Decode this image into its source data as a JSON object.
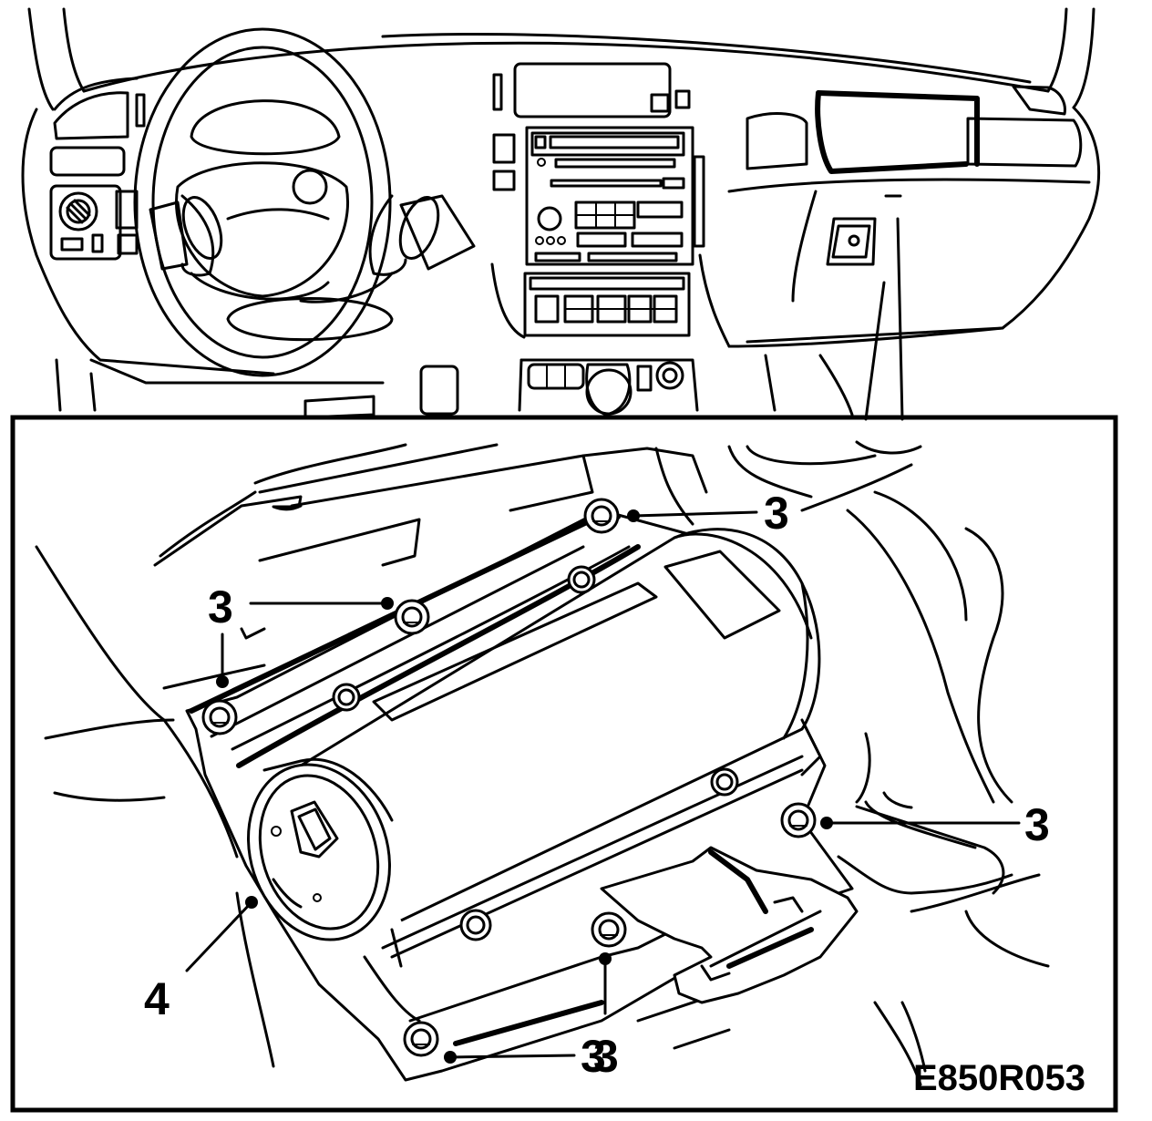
{
  "callouts": [
    {
      "id": "c1",
      "label": "3"
    },
    {
      "id": "c2",
      "label": "3"
    },
    {
      "id": "c3",
      "label": "3"
    },
    {
      "id": "c4",
      "label": "3"
    },
    {
      "id": "c5",
      "label": "3"
    },
    {
      "id": "c6",
      "label": "3"
    },
    {
      "id": "c7",
      "label": "4"
    }
  ],
  "figure_code": "E850R053"
}
